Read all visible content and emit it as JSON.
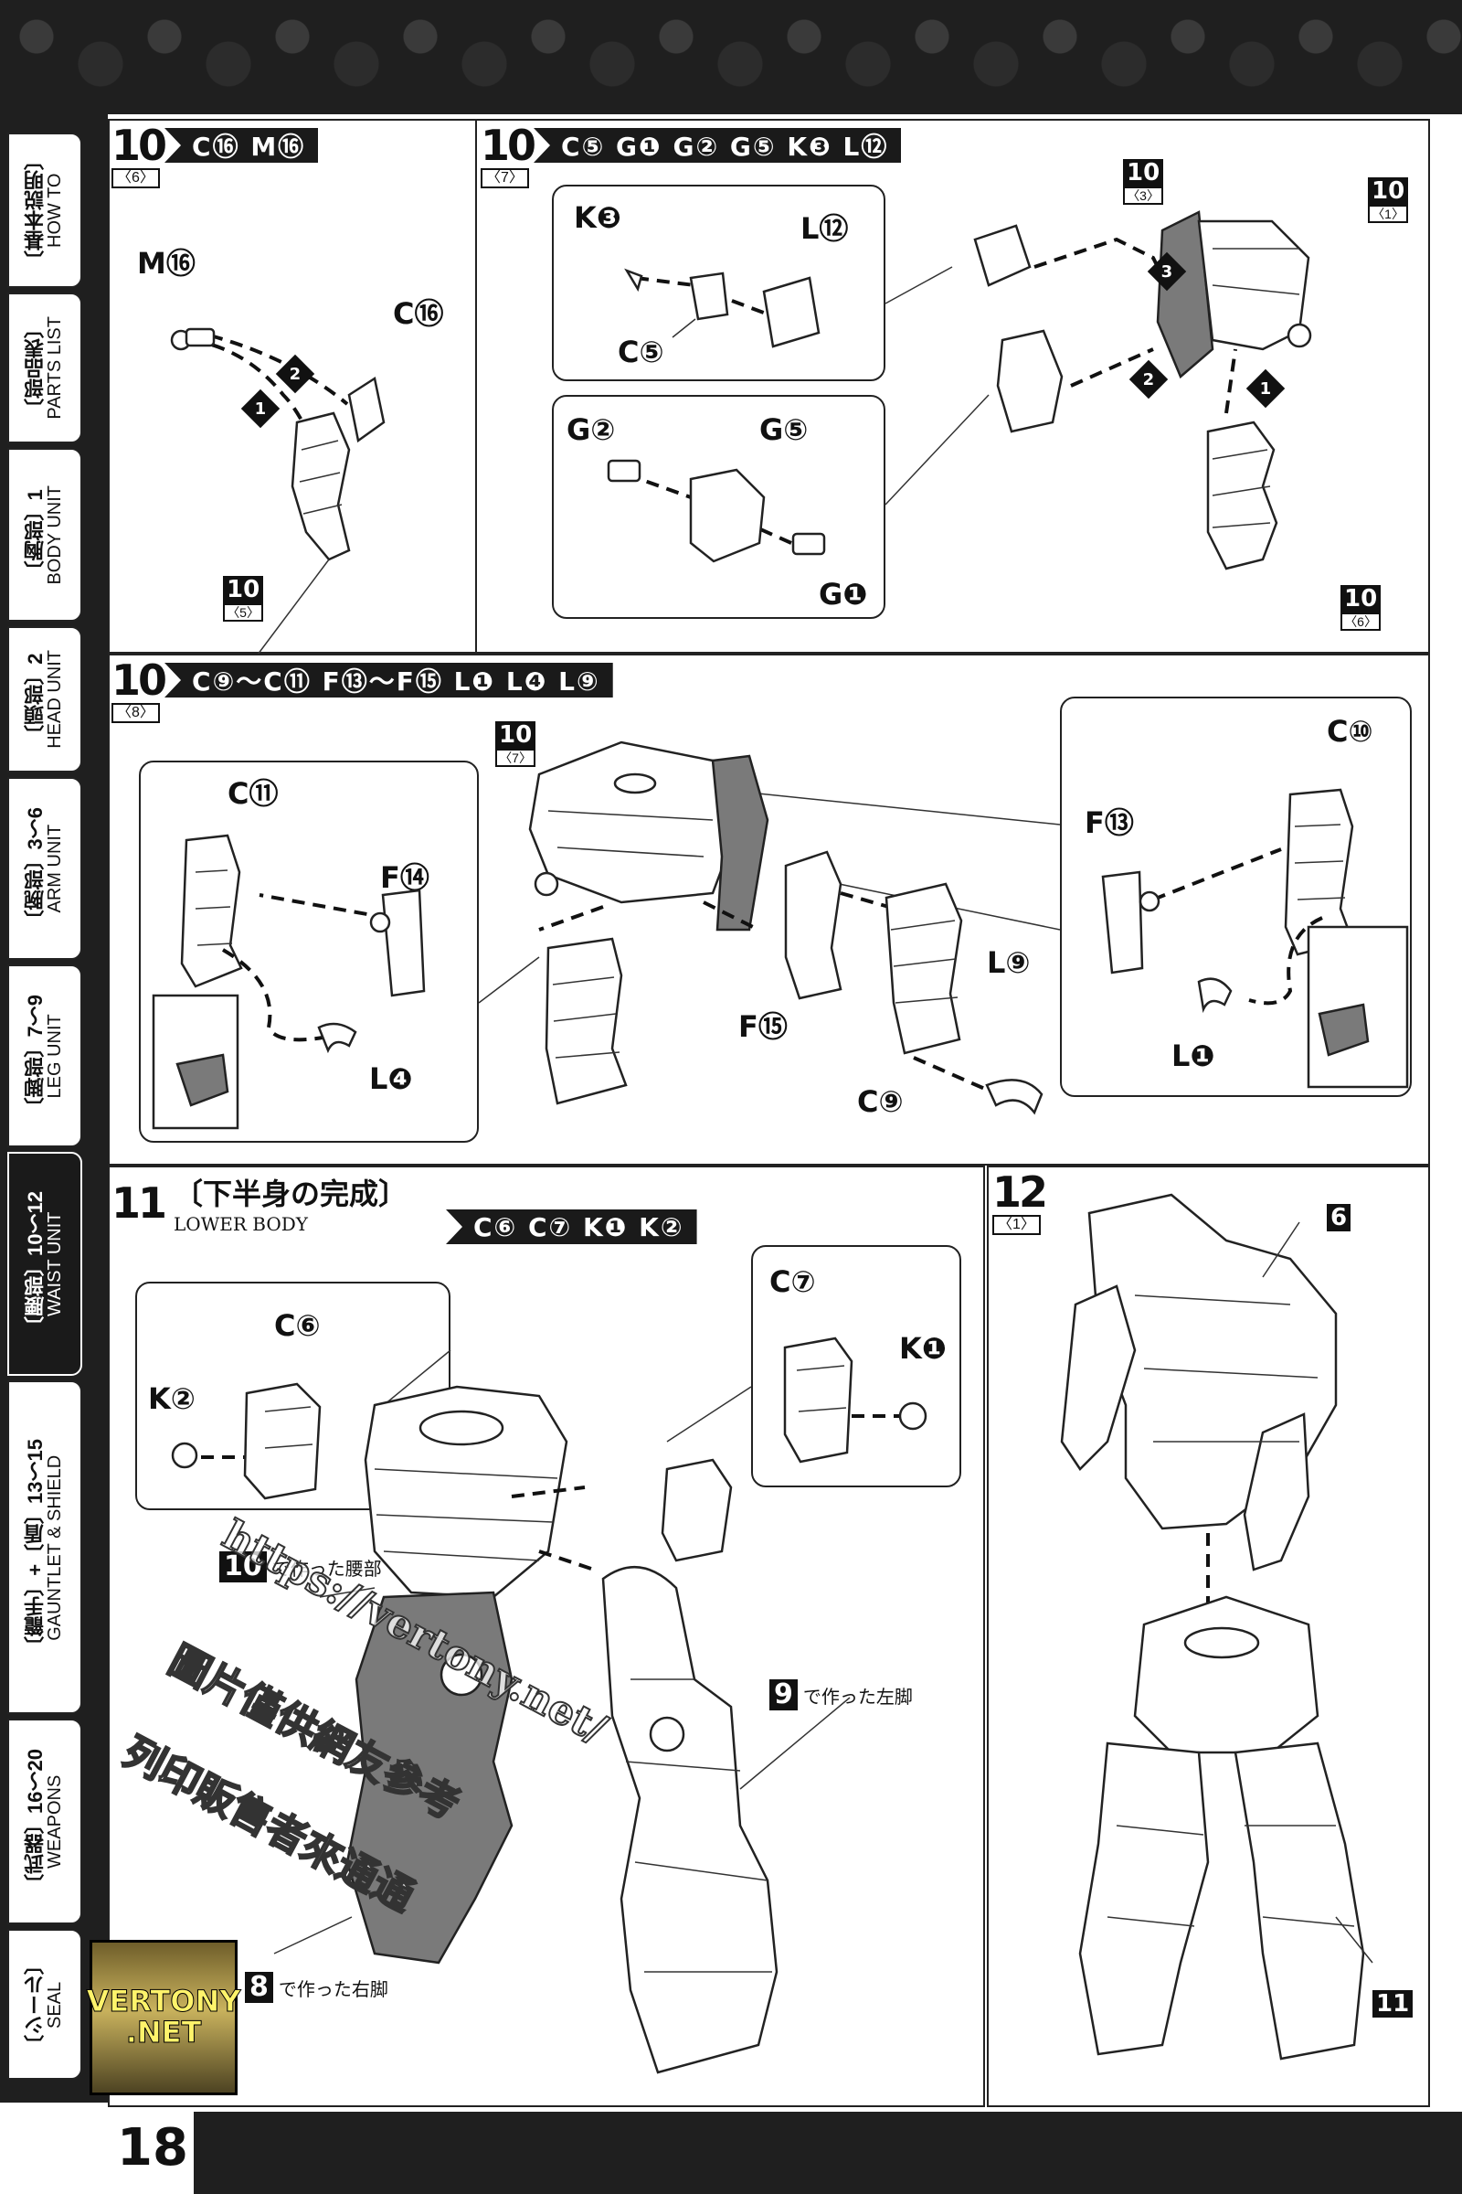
{
  "nav_tabs": [
    {
      "jp": "〔基本説明〕",
      "en": "HOW TO",
      "active": false
    },
    {
      "jp": "〔部品表〕",
      "en": "PARTS LIST",
      "active": false
    },
    {
      "jp": "〔胸部〕1",
      "en": "BODY UNIT",
      "active": false
    },
    {
      "jp": "〔頭部〕2",
      "en": "HEAD UNIT",
      "active": false
    },
    {
      "jp": "〔腕部〕3〜6",
      "en": "ARM UNIT",
      "active": false
    },
    {
      "jp": "〔脚部〕7〜9",
      "en": "LEG UNIT",
      "active": false
    },
    {
      "jp": "〔腰部〕10〜12",
      "en": "WAIST UNIT",
      "active": true
    },
    {
      "jp": "〔籠手〕+〔盾〕13〜15",
      "en": "GAUNTLET & SHIELD",
      "active": false
    },
    {
      "jp": "〔武器〕16〜20",
      "en": "WEAPONS",
      "active": false
    },
    {
      "jp": "〔シール〕",
      "en": "SEAL",
      "active": false
    }
  ],
  "logo": {
    "line1": "VERTONY",
    "line2": ".NET"
  },
  "page_number": "18",
  "watermark": {
    "line1": "https://vertony.net/",
    "line2": "圖片僅供網友參考",
    "line3": "列印販售者來通通"
  },
  "step_10_6": {
    "num": "10",
    "sub": "〈6〉",
    "parts": "C⑯ M⑯",
    "labels": {
      "m16": "M⑯",
      "c16": "C⑯"
    },
    "order": [
      "1",
      "2"
    ],
    "ref": {
      "n": "10",
      "s": "〈5〉"
    }
  },
  "step_10_7": {
    "num": "10",
    "sub": "〈7〉",
    "parts": "C⑤ G❶ G② G⑤ K❸ L⑫",
    "labels": {
      "k3": "K❸",
      "l12": "L⑫",
      "c5": "C⑤",
      "g2": "G②",
      "g5": "G⑤",
      "g1": "G❶"
    },
    "order": [
      "1",
      "2",
      "3"
    ],
    "refs": [
      {
        "n": "10",
        "s": "〈3〉"
      },
      {
        "n": "10",
        "s": "〈1〉"
      },
      {
        "n": "10",
        "s": "〈6〉"
      }
    ]
  },
  "step_10_8": {
    "num": "10",
    "sub": "〈8〉",
    "parts": "C⑨〜C⑪ F⑬〜F⑮ L❶ L❹ L⑨",
    "labels": {
      "c11": "C⑪",
      "f14": "F⑭",
      "l4": "L❹",
      "f15": "F⑮",
      "c9": "C⑨",
      "l9": "L⑨",
      "c10": "C⑩",
      "f13": "F⑬",
      "l1": "L❶"
    },
    "ref": {
      "n": "10",
      "s": "〈7〉"
    }
  },
  "step_11": {
    "num": "11",
    "title_jp": "〔下半身の完成〕",
    "title_en": "LOWER BODY",
    "parts": "C⑥ C⑦ K❶ K②",
    "labels": {
      "c6": "C⑥",
      "k2": "K②",
      "c7": "C⑦",
      "k1": "K❶"
    },
    "captions": [
      {
        "n": "10",
        "text": "で作った腰部"
      },
      {
        "n": "9",
        "text": "で作った左脚"
      },
      {
        "n": "8",
        "text": "で作った右脚"
      }
    ]
  },
  "step_12": {
    "num": "12",
    "sub": "〈1〉",
    "refs": [
      {
        "n": "6"
      },
      {
        "n": "11"
      }
    ]
  }
}
